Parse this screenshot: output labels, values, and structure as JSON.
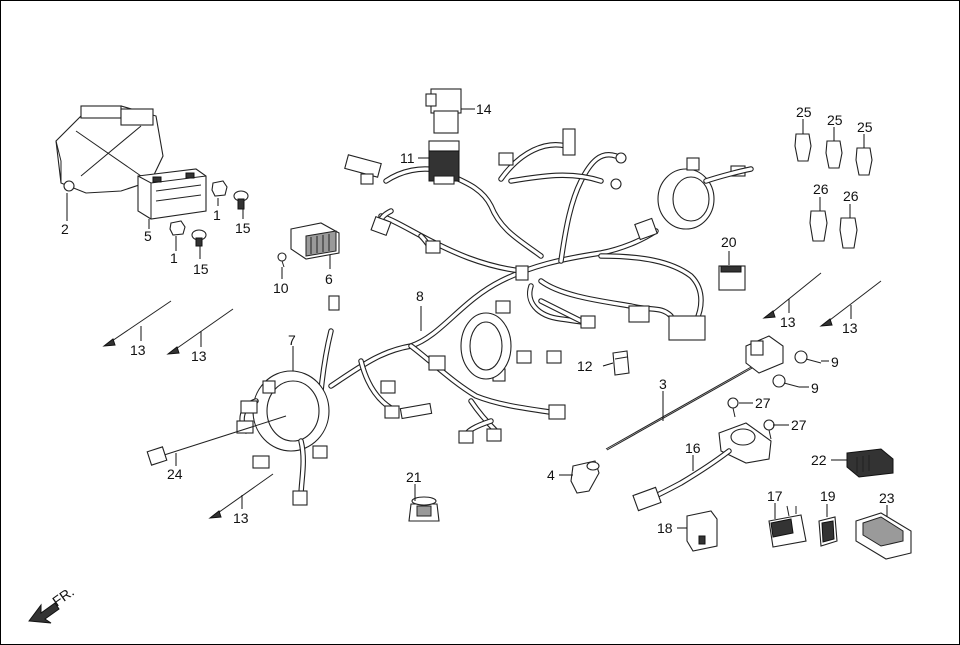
{
  "diagram": {
    "orientation_label": "FR.",
    "callouts": {
      "c1a": "1",
      "c1b": "1",
      "c2": "2",
      "c3": "3",
      "c4": "4",
      "c5": "5",
      "c6": "6",
      "c7": "7",
      "c8": "8",
      "c9a": "9",
      "c9b": "9",
      "c10": "10",
      "c11": "11",
      "c12": "12",
      "c13a": "13",
      "c13b": "13",
      "c13c": "13",
      "c13d": "13",
      "c13e": "13",
      "c14": "14",
      "c15a": "15",
      "c15b": "15",
      "c16": "16",
      "c17": "17",
      "c18": "18",
      "c19": "19",
      "c20": "20",
      "c21": "21",
      "c22": "22",
      "c23": "23",
      "c24": "24",
      "c25a": "25",
      "c25b": "25",
      "c25c": "25",
      "c26a": "26",
      "c26b": "26",
      "c27a": "27",
      "c27b": "27"
    }
  }
}
